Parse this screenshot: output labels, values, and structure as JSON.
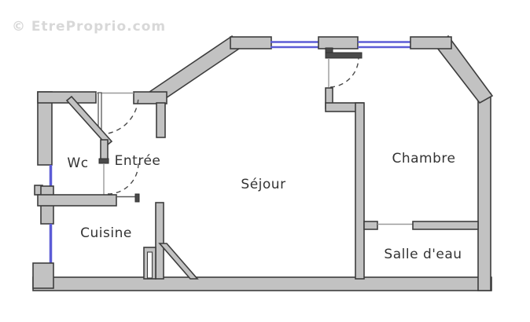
{
  "watermark": {
    "text": "© EtreProprio.com"
  },
  "diagram_type": "apartment-floor-plan",
  "rooms": [
    {
      "id": "wc",
      "label": "Wc"
    },
    {
      "id": "entree",
      "label": "Entrée"
    },
    {
      "id": "sejour",
      "label": "Séjour"
    },
    {
      "id": "chambre",
      "label": "Chambre"
    },
    {
      "id": "cuisine",
      "label": "Cuisine"
    },
    {
      "id": "salle-deau",
      "label": "Salle d'eau"
    }
  ],
  "colors": {
    "wall_fill": "#c2c2c2",
    "wall_outline": "#3d3d3d",
    "wall_dark": "#4a4a4a",
    "window": "#5c5cd6",
    "background": "#ffffff",
    "label_text": "#333333",
    "watermark_text": "#d8d8d8"
  }
}
